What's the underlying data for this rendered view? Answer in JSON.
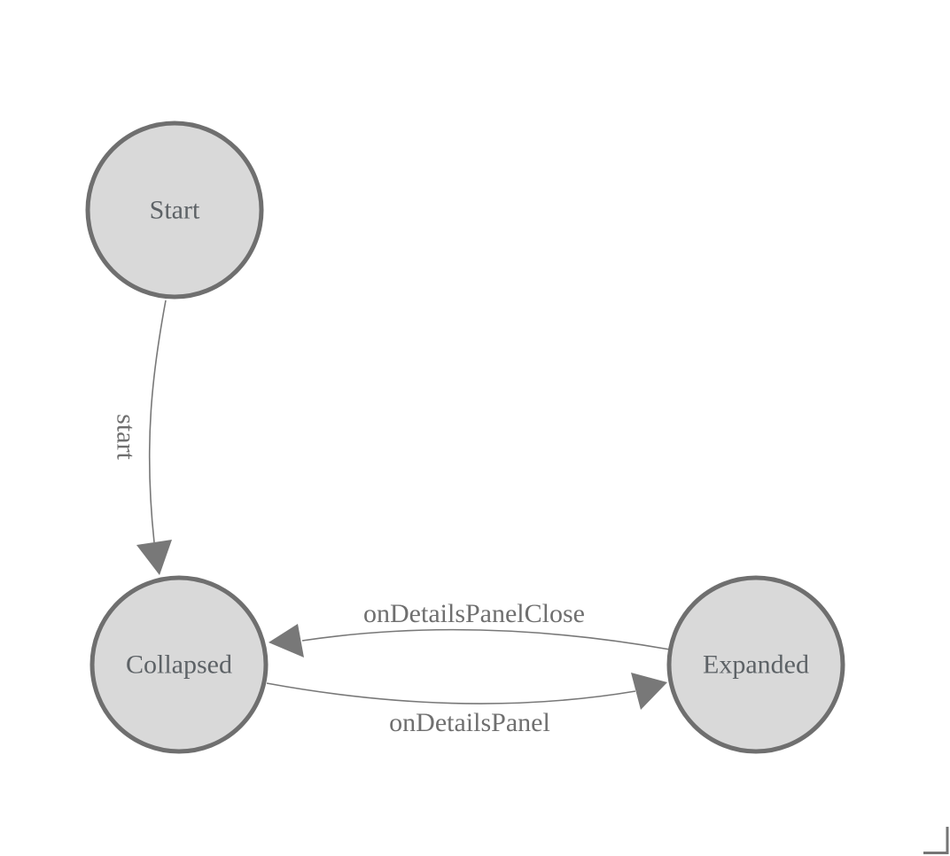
{
  "diagram": {
    "type": "state-machine",
    "background_color": "#ffffff",
    "nodes": [
      {
        "id": "start",
        "label": "Start"
      },
      {
        "id": "collapsed",
        "label": "Collapsed"
      },
      {
        "id": "expanded",
        "label": "Expanded"
      }
    ],
    "edges": [
      {
        "from": "Start",
        "to": "Collapsed",
        "label": "start",
        "label_orientation": "vertical"
      },
      {
        "from": "Expanded",
        "to": "Collapsed",
        "label": "onDetailsPanelClose",
        "label_orientation": "horizontal"
      },
      {
        "from": "Collapsed",
        "to": "Expanded",
        "label": "onDetailsPanel",
        "label_orientation": "horizontal"
      }
    ],
    "colors": {
      "node_fill": "#d9d9d9",
      "node_stroke": "#6f6f6f",
      "edge_stroke": "#787878",
      "node_label": "#5d6266",
      "edge_label": "#6f6f6f",
      "corner_mark": "#757575"
    }
  }
}
